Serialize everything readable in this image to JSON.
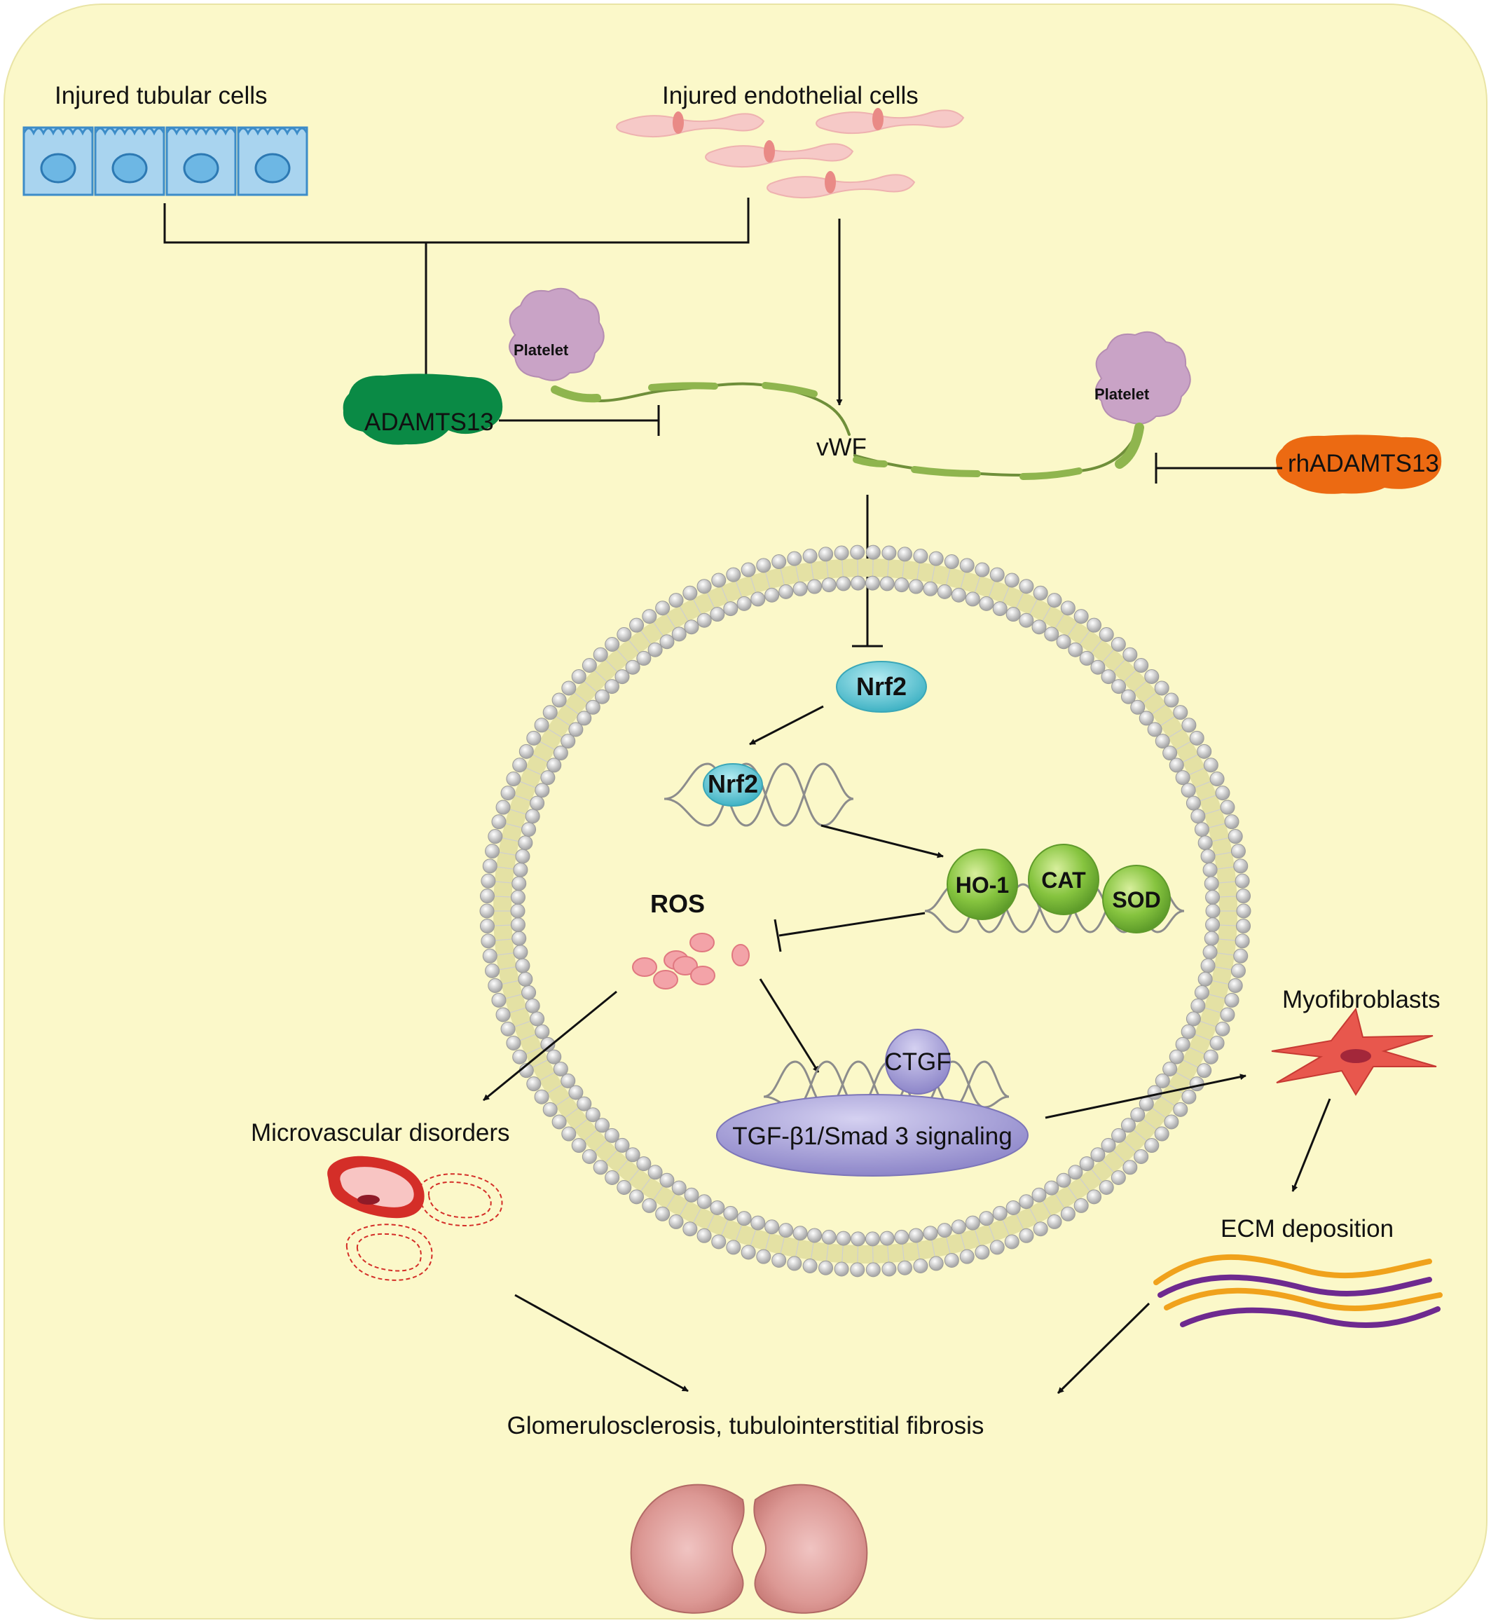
{
  "labels": {
    "tubular": "Injured tubular cells",
    "endothelial": "Injured endothelial cells",
    "adamts13": "ADAMTS13",
    "platelet": "Platelet",
    "vwf": "vWF",
    "rhadamts13": "rhADAMTS13",
    "nrf2": "Nrf2",
    "ho1": "HO-1",
    "cat": "CAT",
    "sod": "SOD",
    "ros": "ROS",
    "ctgf": "CTGF",
    "tgf": "TGF-β1/Smad 3 signaling",
    "myofibroblasts": "Myofibroblasts",
    "microvascular": "Microvascular disorders",
    "ecm": "ECM deposition",
    "outcome": "Glomerulosclerosis, tubulointerstitial fibrosis"
  },
  "colors": {
    "background": "#fbf8c9",
    "tubular_cell": "#a9d4ef",
    "endothelial": "#f6c9c7",
    "adamts13": "#0a8a45",
    "platelet": "#c9a3c6",
    "vwf_strand": "#8fb54e",
    "rhadamts13": "#ec6a12",
    "nrf2": "#5cc4d4",
    "enzyme": "#82c340",
    "ros": "#f3a3a8",
    "ctgf": "#9e97d4",
    "tgf": "#9e97d4",
    "myofibroblast": "#e8574d",
    "vessel": "#d42e28",
    "ecm_orange": "#f0a21c",
    "ecm_purple": "#6e2a8f",
    "kidney": "#d98d8a"
  }
}
